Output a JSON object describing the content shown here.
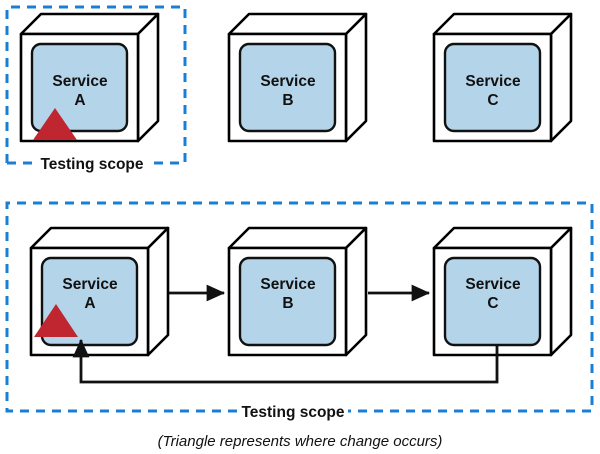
{
  "colors": {
    "scope_dash": "#1a7fd4",
    "box_fill": "#ffffff",
    "box_stroke": "#000000",
    "inner_fill": "#b4d4e9",
    "inner_stroke": "#111111",
    "triangle": "#c0262f",
    "arrow": "#111111",
    "text": "#111111",
    "background": "#ffffff"
  },
  "top_section": {
    "scope_label": "Testing scope",
    "services": [
      {
        "name": "Service",
        "id": "A",
        "has_change_marker": true,
        "in_scope": true
      },
      {
        "name": "Service",
        "id": "B",
        "has_change_marker": false,
        "in_scope": false
      },
      {
        "name": "Service",
        "id": "C",
        "has_change_marker": false,
        "in_scope": false
      }
    ]
  },
  "bottom_section": {
    "scope_label": "Testing scope",
    "services": [
      {
        "name": "Service",
        "id": "A",
        "has_change_marker": true,
        "in_scope": true
      },
      {
        "name": "Service",
        "id": "B",
        "has_change_marker": false,
        "in_scope": true
      },
      {
        "name": "Service",
        "id": "C",
        "has_change_marker": false,
        "in_scope": true
      }
    ],
    "connections": [
      {
        "from": "A",
        "to": "B",
        "style": "arrow-right"
      },
      {
        "from": "B",
        "to": "C",
        "style": "arrow-right"
      },
      {
        "from": "C",
        "to": "A",
        "style": "feedback-loop-bottom"
      }
    ]
  },
  "caption": "(Triangle represents where change occurs)"
}
